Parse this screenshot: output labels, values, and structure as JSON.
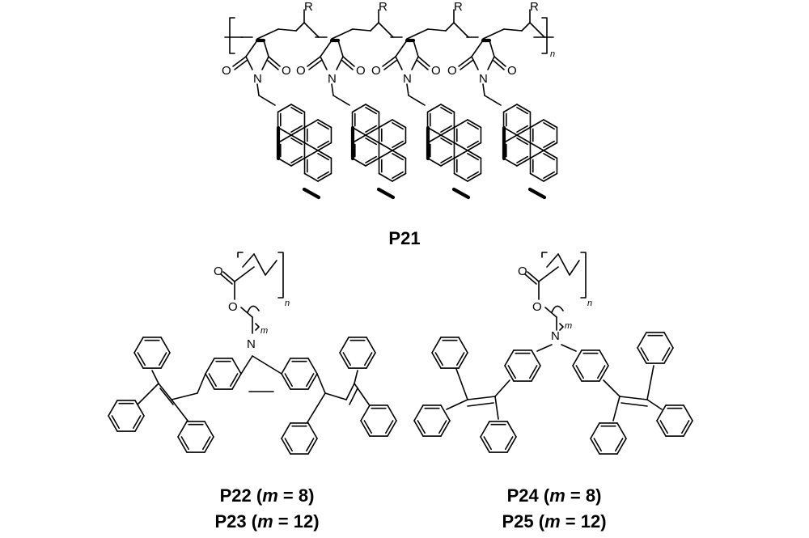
{
  "p21": {
    "label": "P21",
    "atoms": {
      "R": "R",
      "O": "O",
      "N": "N"
    },
    "repeat_index": "n"
  },
  "carbazole_polymers": {
    "label_line1": {
      "name": "P22",
      "var": "m",
      "value": "= 8)"
    },
    "label_line2": {
      "name": "P23",
      "var": "m",
      "value": "= 12)"
    },
    "atoms": {
      "O": "O",
      "N": "N"
    },
    "repeat_index": "n",
    "spacer_index": "m"
  },
  "triphenylamine_polymers": {
    "label_line1": {
      "name": "P24",
      "var": "m",
      "value": "= 8)"
    },
    "label_line2": {
      "name": "P25",
      "var": "m",
      "value": "= 12)"
    },
    "atoms": {
      "O": "O",
      "N": "N"
    },
    "repeat_index": "n",
    "spacer_index": "m"
  }
}
